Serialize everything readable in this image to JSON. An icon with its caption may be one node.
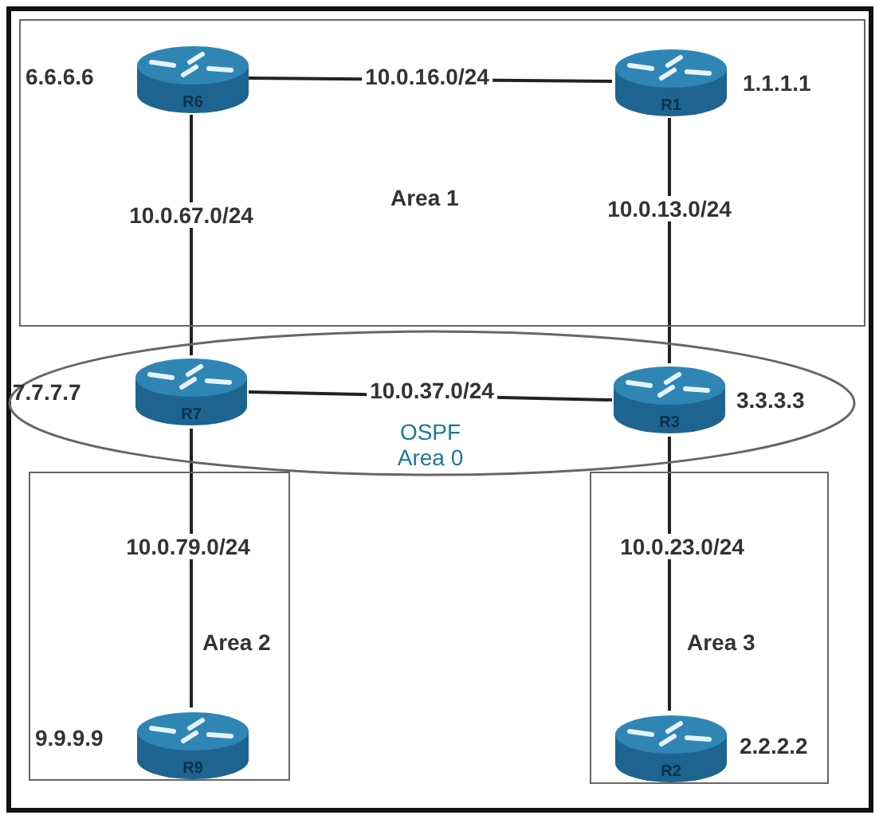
{
  "diagram": {
    "nodes": [
      {
        "text": [
          "Area 1"
        ]
      },
      {
        "text": [
          "R6"
        ],
        "in": 0,
        "beside": [
          "6.6.6.6"
        ]
      },
      {
        "text": [
          "R1"
        ],
        "in": 0,
        "beside": [
          "1.1.1.1"
        ]
      },
      {
        "text": [
          "OSPF Area 0"
        ]
      },
      {
        "text": [
          "R7"
        ],
        "in": 3,
        "beside": [
          "7.7.7.7"
        ]
      },
      {
        "text": [
          "R3"
        ],
        "in": 3,
        "beside": [
          "3.3.3.3"
        ]
      },
      {
        "text": [
          "Area 2"
        ]
      },
      {
        "text": [
          "R9"
        ],
        "in": 6,
        "beside": [
          "9.9.9.9"
        ]
      },
      {
        "text": [
          "Area 3"
        ]
      },
      {
        "text": [
          "R2"
        ],
        "in": 8,
        "beside": [
          "2.2.2.2"
        ]
      }
    ],
    "edges": [
      {
        "from": 1,
        "to": 2,
        "arrow": "none",
        "label": "10.0.16.0/24"
      },
      {
        "from": 1,
        "to": 4,
        "arrow": "none",
        "label": "10.0.67.0/24"
      },
      {
        "from": 2,
        "to": 5,
        "arrow": "none",
        "label": "10.0.13.0/24"
      },
      {
        "from": 4,
        "to": 5,
        "arrow": "none",
        "label": "10.0.37.0/24"
      },
      {
        "from": 4,
        "to": 7,
        "arrow": "none",
        "label": "10.0.79.0/24"
      },
      {
        "from": 5,
        "to": 9,
        "arrow": "none",
        "label": "10.0.23.0/24"
      }
    ]
  }
}
